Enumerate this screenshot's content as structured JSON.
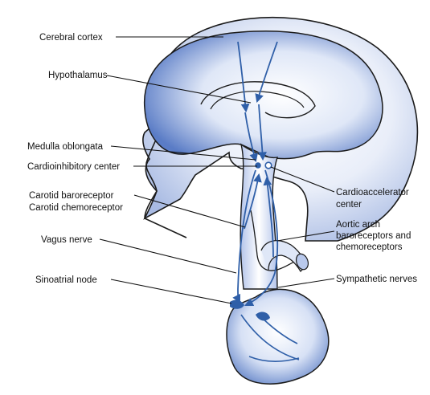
{
  "labels": {
    "cerebral_cortex": "Cerebral cortex",
    "hypothalamus": "Hypothalamus",
    "medulla_oblongata": "Medulla oblongata",
    "cardioinhibitory_center": "Cardioinhibitory center",
    "carotid_baroreceptor": "Carotid baroreceptor",
    "carotid_chemoreceptor": "Carotid chemoreceptor",
    "vagus_nerve": "Vagus nerve",
    "sinoatrial_node": "Sinoatrial node",
    "cardioaccelerator_line1": "Cardioaccelerator",
    "cardioaccelerator_line2": "center",
    "aortic_arch_line1": "Aortic arch",
    "aortic_arch_line2": "baroreceptors and",
    "aortic_arch_line3": "chemoreceptors",
    "sympathetic_nerves": "Sympathetic nerves"
  },
  "colors": {
    "nerve": "#2f5fa8",
    "shade_dark": "#4f72c0",
    "shade_light": "#ffffff",
    "outline": "#1b1b1b"
  }
}
